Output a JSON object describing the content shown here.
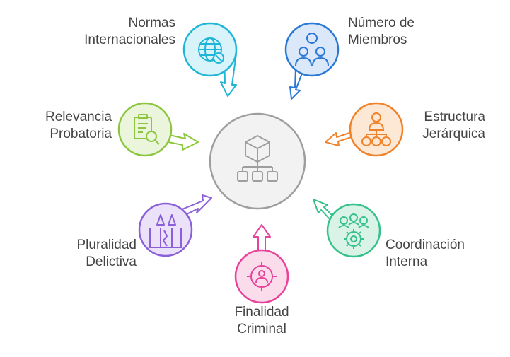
{
  "diagram": {
    "center": {
      "icon": "cube-hierarchy-icon",
      "color": "#9e9e9e"
    },
    "nodes": [
      {
        "id": "normas-internacionales",
        "lines": [
          "Normas",
          "Internacionales"
        ],
        "icon": "globe-icon",
        "color": "#1fb5d6"
      },
      {
        "id": "numero-de-miembros",
        "lines": [
          "Número de",
          "Miembros"
        ],
        "icon": "group-icon",
        "color": "#2a78d6"
      },
      {
        "id": "estructura-jerarquica",
        "lines": [
          "Estructura",
          "Jerárquica"
        ],
        "icon": "hierarchy-icon",
        "color": "#f0822a"
      },
      {
        "id": "coordinacion-interna",
        "lines": [
          "Coordinación",
          "Interna"
        ],
        "icon": "team-gear-icon",
        "color": "#36c08a"
      },
      {
        "id": "finalidad-criminal",
        "lines": [
          "Finalidad",
          "Criminal"
        ],
        "icon": "target-person-icon",
        "color": "#e8429a"
      },
      {
        "id": "pluralidad-delictiva",
        "lines": [
          "Pluralidad",
          "Delictiva"
        ],
        "icon": "broken-pillars-icon",
        "color": "#8a5fd9"
      },
      {
        "id": "relevancia-probatoria",
        "lines": [
          "Relevancia",
          "Probatoria"
        ],
        "icon": "clipboard-search-icon",
        "color": "#8cc63f"
      }
    ]
  }
}
